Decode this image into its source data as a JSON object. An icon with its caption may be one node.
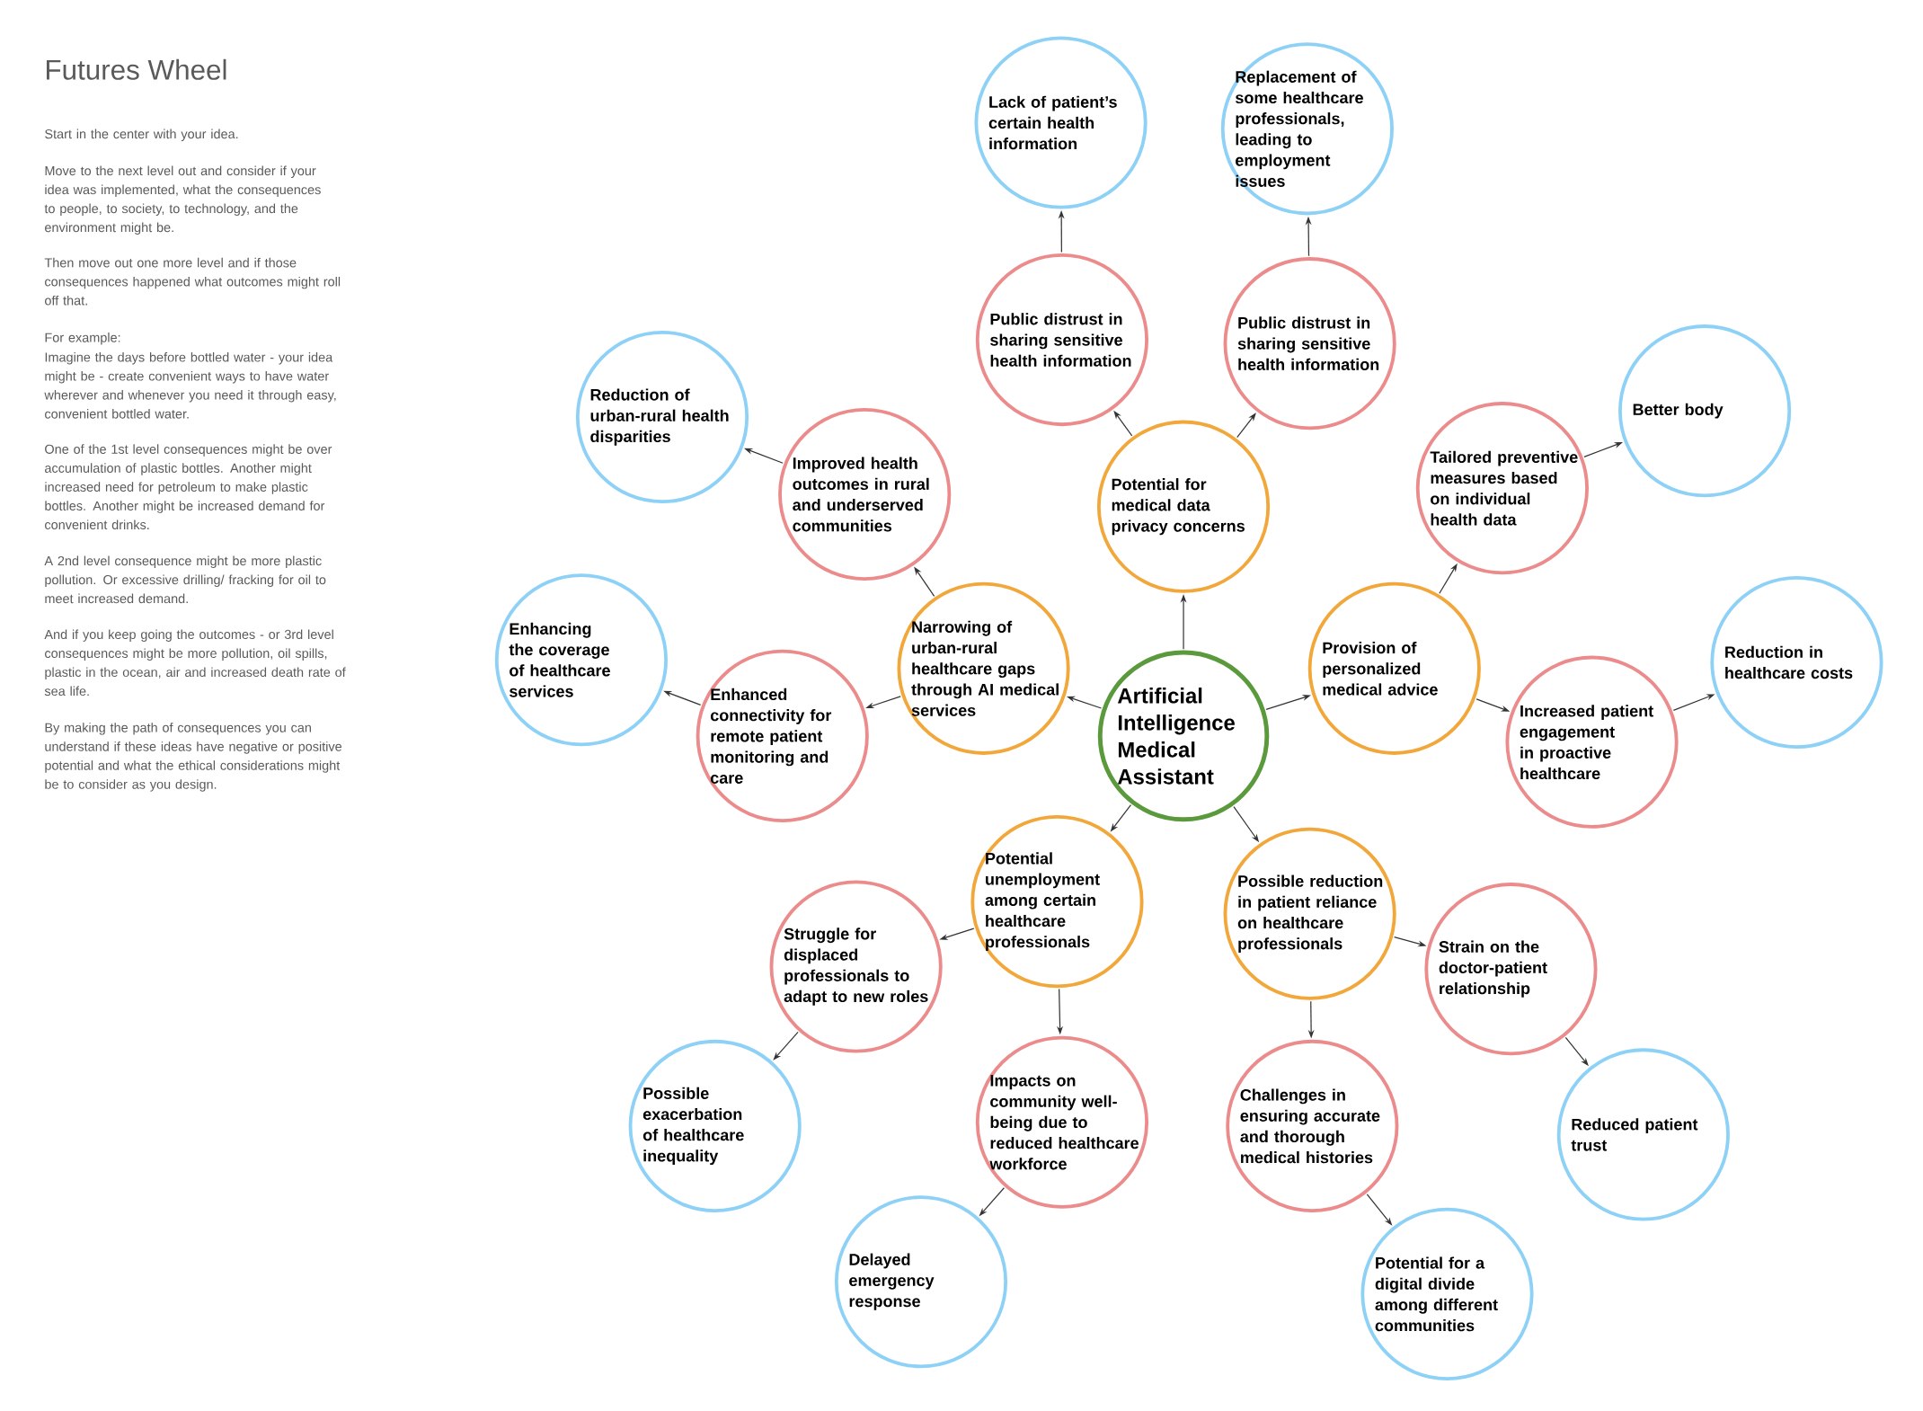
{
  "diagram": {
    "title": "Futures Wheel",
    "nodes": [
      {
        "text": [
          "Artificial Intelligence Medical Assistant"
        ]
      },
      {
        "text": [
          "Potential for medical data privacy concerns"
        ]
      },
      {
        "text": [
          "Provision of personalized medical advice"
        ]
      },
      {
        "text": [
          "Possible reduction in patient reliance on healthcare professionals"
        ]
      },
      {
        "text": [
          "Potential unemployment among certain healthcare professionals"
        ]
      },
      {
        "text": [
          "Narrowing of urban-rural healthcare gaps through AI medical services"
        ]
      },
      {
        "text": [
          "Public distrust in sharing sensitive health information"
        ]
      },
      {
        "text": [
          "Public distrust in sharing sensitive health information"
        ]
      },
      {
        "text": [
          "Tailored preventive measures based on individual health data"
        ]
      },
      {
        "text": [
          "Increased patient engagement in proactive healthcare"
        ]
      },
      {
        "text": [
          "Strain on the doctor-patient relationship"
        ]
      },
      {
        "text": [
          "Challenges in ensuring accurate and thorough medical histories"
        ]
      },
      {
        "text": [
          "Impacts on community well-being due to reduced healthcare workforce"
        ]
      },
      {
        "text": [
          "Struggle for displaced professionals to adapt to new roles"
        ]
      },
      {
        "text": [
          "Enhanced connectivity for remote patient monitoring and care"
        ]
      },
      {
        "text": [
          "Improved health outcomes in rural and underserved communities"
        ]
      },
      {
        "text": [
          "Lack of patient’s certain health information"
        ]
      },
      {
        "text": [
          "Replacement of some healthcare professionals, leading to employment issues"
        ]
      },
      {
        "text": [
          "Better body"
        ]
      },
      {
        "text": [
          "Reduction in healthcare costs"
        ]
      },
      {
        "text": [
          "Reduced patient trust"
        ]
      },
      {
        "text": [
          "Potential for a digital divide among different communities"
        ]
      },
      {
        "text": [
          "Delayed emergency response"
        ]
      },
      {
        "text": [
          "Possible exacerbation of healthcare inequality"
        ]
      },
      {
        "text": [
          "Enhancing the coverage of healthcare services"
        ]
      },
      {
        "text": [
          "Reduction of urban-rural health disparities"
        ]
      }
    ],
    "edges": [
      {
        "from": 0,
        "to": 1,
        "arrow": "to"
      },
      {
        "from": 0,
        "to": 2,
        "arrow": "to"
      },
      {
        "from": 0,
        "to": 3,
        "arrow": "to"
      },
      {
        "from": 0,
        "to": 4,
        "arrow": "to"
      },
      {
        "from": 0,
        "to": 5,
        "arrow": "to"
      },
      {
        "from": 1,
        "to": 6,
        "arrow": "to"
      },
      {
        "from": 1,
        "to": 7,
        "arrow": "to"
      },
      {
        "from": 6,
        "to": 16,
        "arrow": "to"
      },
      {
        "from": 7,
        "to": 17,
        "arrow": "to"
      },
      {
        "from": 2,
        "to": 8,
        "arrow": "to"
      },
      {
        "from": 2,
        "to": 9,
        "arrow": "to"
      },
      {
        "from": 8,
        "to": 18,
        "arrow": "to"
      },
      {
        "from": 9,
        "to": 19,
        "arrow": "to"
      },
      {
        "from": 3,
        "to": 10,
        "arrow": "to"
      },
      {
        "from": 3,
        "to": 11,
        "arrow": "to"
      },
      {
        "from": 10,
        "to": 20,
        "arrow": "to"
      },
      {
        "from": 11,
        "to": 21,
        "arrow": "to"
      },
      {
        "from": 4,
        "to": 12,
        "arrow": "to"
      },
      {
        "from": 4,
        "to": 13,
        "arrow": "to"
      },
      {
        "from": 12,
        "to": 22,
        "arrow": "to"
      },
      {
        "from": 13,
        "to": 23,
        "arrow": "to"
      },
      {
        "from": 5,
        "to": 14,
        "arrow": "to"
      },
      {
        "from": 5,
        "to": 15,
        "arrow": "to"
      },
      {
        "from": 14,
        "to": 24,
        "arrow": "to"
      },
      {
        "from": 15,
        "to": 25,
        "arrow": "to"
      }
    ],
    "labels": [
      "Start in the center with your idea.",
      "Move to the next level out and consider if your idea was implemented, what the consequences to people, to society, to technology, and the environment might be.",
      "Then move out one more level and if those consequences happened what outcomes might roll off that.",
      "For example:",
      "Imagine the days before bottled water - your idea might be - create convenient ways to have water wherever and whenever you need it through easy, convenient bottled water.",
      "One of the 1st level consequences might be over accumulation of plastic bottles. Another might increased need for petroleum to make plastic bottles. Another might be increased demand for convenient drinks.",
      "A 2nd level consequence might be more plastic pollution. Or excessive drilling/ fracking for oil to meet increased demand.",
      "And if you keep going the outcomes - or 3rd level consequences might be more pollution, oil spills, plastic in the ocean, air and increased death rate of sea life.",
      "By making the path of consequences you can understand if these ideas have negative or positive potential and what the ethical considerations might be to consider as you design."
    ]
  }
}
